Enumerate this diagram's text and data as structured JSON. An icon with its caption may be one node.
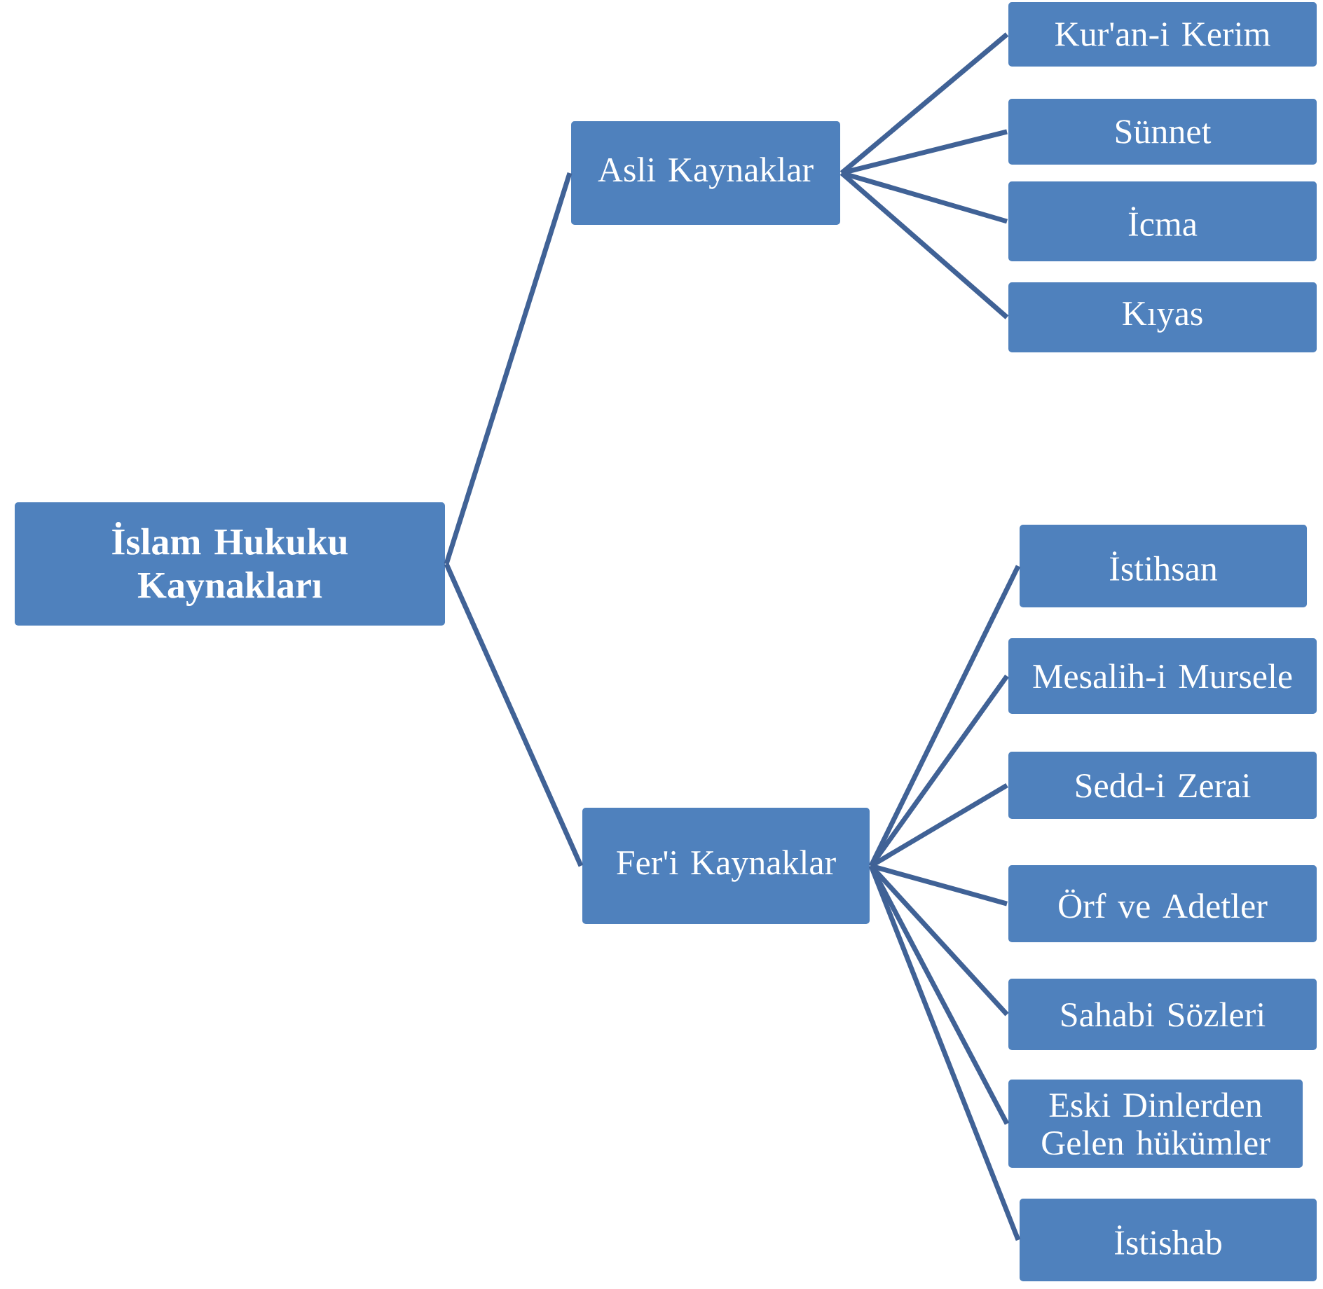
{
  "diagram": {
    "nodes": [
      {
        "text": [
          "İslam Hukuku Kaynakları"
        ]
      },
      {
        "text": [
          "Asli Kaynaklar"
        ]
      },
      {
        "text": [
          "Kur'an-i Kerim"
        ]
      },
      {
        "text": [
          "Sünnet"
        ]
      },
      {
        "text": [
          "İcma"
        ]
      },
      {
        "text": [
          "Kıyas"
        ]
      },
      {
        "text": [
          "Fer'i Kaynaklar"
        ]
      },
      {
        "text": [
          "İstihsan"
        ]
      },
      {
        "text": [
          "Mesalih-i Mursele"
        ]
      },
      {
        "text": [
          "Sedd-i Zerai"
        ]
      },
      {
        "text": [
          "Örf ve Adetler"
        ]
      },
      {
        "text": [
          "Sahabi Sözleri"
        ]
      },
      {
        "text": [
          "Eski Dinlerden Gelen hükümler"
        ]
      },
      {
        "text": [
          "İstishab"
        ]
      }
    ],
    "edges": [
      {
        "from": 0,
        "to": 1,
        "arrow": "none"
      },
      {
        "from": 0,
        "to": 6,
        "arrow": "none"
      },
      {
        "from": 1,
        "to": 2,
        "arrow": "none"
      },
      {
        "from": 1,
        "to": 3,
        "arrow": "none"
      },
      {
        "from": 1,
        "to": 4,
        "arrow": "none"
      },
      {
        "from": 1,
        "to": 5,
        "arrow": "none"
      },
      {
        "from": 6,
        "to": 7,
        "arrow": "none"
      },
      {
        "from": 6,
        "to": 8,
        "arrow": "none"
      },
      {
        "from": 6,
        "to": 9,
        "arrow": "none"
      },
      {
        "from": 6,
        "to": 10,
        "arrow": "none"
      },
      {
        "from": 6,
        "to": 11,
        "arrow": "none"
      },
      {
        "from": 6,
        "to": 12,
        "arrow": "none"
      },
      {
        "from": 6,
        "to": 13,
        "arrow": "none"
      }
    ]
  }
}
